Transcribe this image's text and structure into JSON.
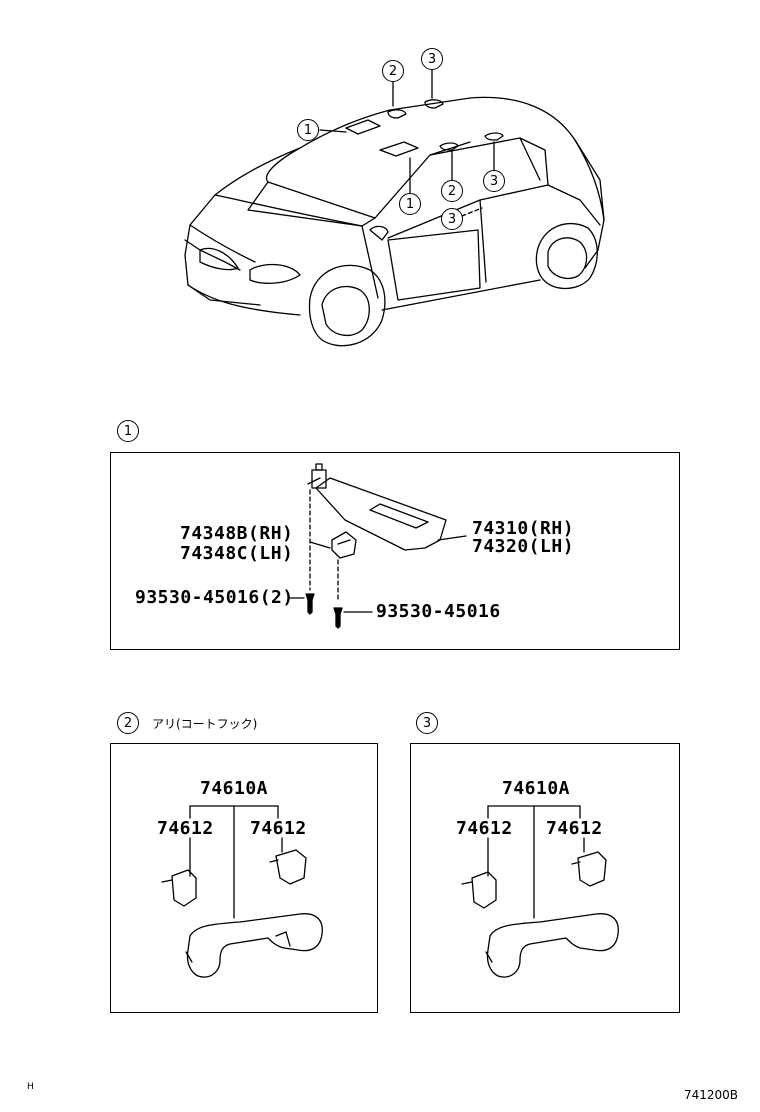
{
  "overview": {
    "callouts": [
      "2",
      "3",
      "1",
      "2",
      "3",
      "1",
      "3"
    ]
  },
  "section1": {
    "number": "1",
    "labels": {
      "bracket_rh": "74348B(RH)",
      "bracket_lh": "74348C(LH)",
      "visor_rh": "74310(RH)",
      "visor_lh": "74320(LH)",
      "screw_left": "93530-45016(2)",
      "screw_right": "93530-45016"
    }
  },
  "section2": {
    "number": "2",
    "note": "アリ(コートフック)",
    "assembly": "74610A",
    "cap_left": "74612",
    "cap_right": "74612"
  },
  "section3": {
    "number": "3",
    "assembly": "74610A",
    "cap_left": "74612",
    "cap_right": "74612"
  },
  "footer": {
    "left_mark": "H",
    "diagram_code": "741200B"
  }
}
